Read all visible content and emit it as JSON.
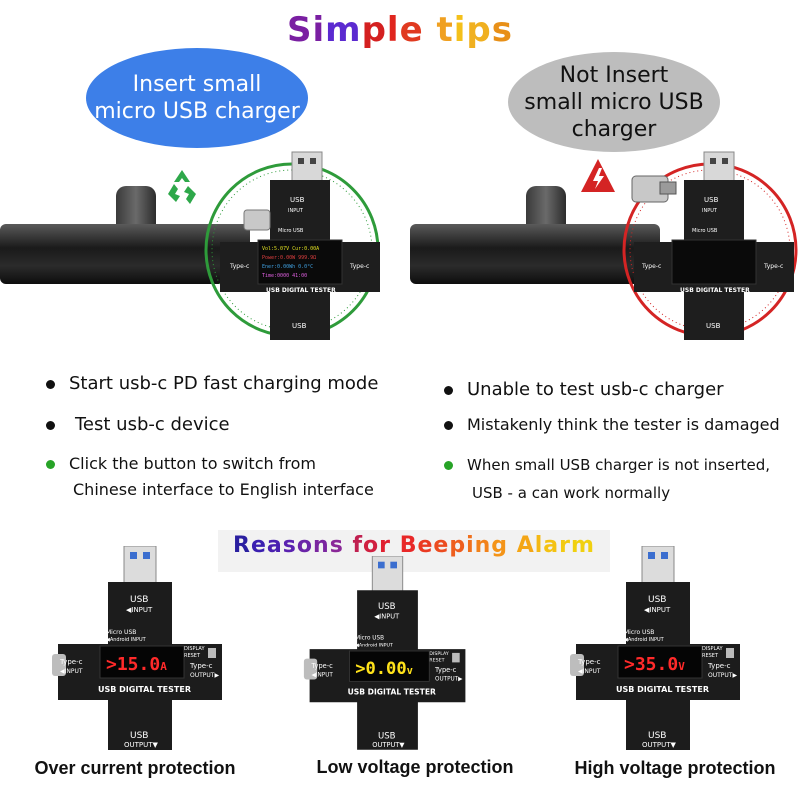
{
  "title": {
    "letters": [
      {
        "ch": "S",
        "color": "#7a1fa2"
      },
      {
        "ch": "i",
        "color": "#7a1fa2"
      },
      {
        "ch": "m",
        "color": "#5b2ad0"
      },
      {
        "ch": "p",
        "color": "#d42020"
      },
      {
        "ch": "l",
        "color": "#e0261e"
      },
      {
        "ch": "e",
        "color": "#e03a20"
      },
      {
        "ch": " ",
        "color": "#000"
      },
      {
        "ch": "t",
        "color": "#f0a020"
      },
      {
        "ch": "i",
        "color": "#f4c01a"
      },
      {
        "ch": "p",
        "color": "#f0b020"
      },
      {
        "ch": "s",
        "color": "#e89018"
      }
    ]
  },
  "left_panel": {
    "bubble_text": [
      "Insert small",
      "micro USB charger"
    ],
    "ring_color": "#2e9b3a",
    "icon": "recycle-icon",
    "bullets": [
      {
        "text": "Start usb-c PD fast charging mode",
        "dot": "black"
      },
      {
        "text": "Test usb-c device",
        "dot": "black"
      },
      {
        "text": "Click the button to switch from",
        "text2": "Chinese interface to English interface",
        "dot": "green"
      }
    ]
  },
  "right_panel": {
    "bubble_text": [
      "Not Insert",
      "small micro USB",
      "charger"
    ],
    "ring_color": "#d42424",
    "icon": "warning-icon",
    "bullets": [
      {
        "text": "Unable to test usb-c charger",
        "dot": "black"
      },
      {
        "text": "Mistakenly think the tester is damaged",
        "dot": "black"
      },
      {
        "text": "When small USB charger is not inserted,",
        "text2": "USB - a can work normally",
        "dot": "green"
      }
    ]
  },
  "tester_labels": {
    "usb_input": "USB",
    "input": "INPUT",
    "micro_usb": "Micro USB",
    "android_input": "Android INPUT",
    "typec": "Type-c",
    "typec_input": "INPUT",
    "typec_output": "OUTPUT",
    "display": "DISPLAY",
    "reset": "RESET",
    "title": "USB DIGITAL TESTER",
    "usb_output": "USB",
    "output": "OUTPUT"
  },
  "banner": {
    "letters": [
      {
        "ch": "R",
        "color": "#2a1fa0"
      },
      {
        "ch": "e",
        "color": "#3a1fb0"
      },
      {
        "ch": "a",
        "color": "#4a20b0"
      },
      {
        "ch": "s",
        "color": "#5a22b0"
      },
      {
        "ch": "o",
        "color": "#6a24a8"
      },
      {
        "ch": "n",
        "color": "#7a26a0"
      },
      {
        "ch": "s",
        "color": "#8a2898"
      },
      {
        "ch": " ",
        "color": "#000"
      },
      {
        "ch": "f",
        "color": "#c02050"
      },
      {
        "ch": "o",
        "color": "#d02040"
      },
      {
        "ch": "r",
        "color": "#e02030"
      },
      {
        "ch": " ",
        "color": "#000"
      },
      {
        "ch": "B",
        "color": "#e82828"
      },
      {
        "ch": "e",
        "color": "#ea3a22"
      },
      {
        "ch": "e",
        "color": "#ec4c20"
      },
      {
        "ch": "p",
        "color": "#ee5e1e"
      },
      {
        "ch": "i",
        "color": "#f0701c"
      },
      {
        "ch": "n",
        "color": "#f2821a"
      },
      {
        "ch": "g",
        "color": "#f49418"
      },
      {
        "ch": " ",
        "color": "#000"
      },
      {
        "ch": "A",
        "color": "#f4a616"
      },
      {
        "ch": "l",
        "color": "#f4b814"
      },
      {
        "ch": "a",
        "color": "#f4c212"
      },
      {
        "ch": "r",
        "color": "#f2ca12"
      },
      {
        "ch": "m",
        "color": "#f0d010"
      }
    ]
  },
  "testers": [
    {
      "reading": "15.0",
      "unit": "A",
      "caption": "Over current protection"
    },
    {
      "reading": "0.00",
      "unit": "v",
      "caption": "Low voltage protection"
    },
    {
      "reading": "35.0",
      "unit": "V",
      "caption": "High voltage protection"
    }
  ],
  "colors": {
    "reading_red": "#ff2a2a",
    "reading_yellow": "#ffe21a"
  }
}
